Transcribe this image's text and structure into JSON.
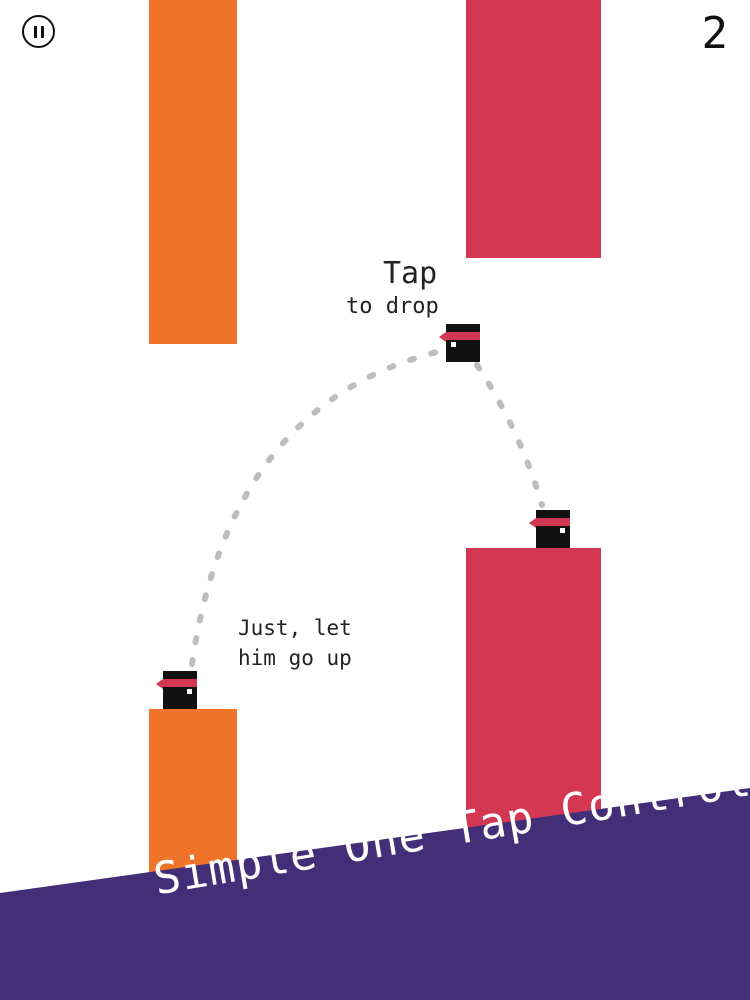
{
  "game": {
    "score": "2",
    "pause_icon": "pause-icon"
  },
  "hints": {
    "tap_title": "Tap",
    "tap_sub": "to drop",
    "go_up_line1": "Just, let",
    "go_up_line2": "him go up"
  },
  "banner": {
    "text": "Simple One Tap Control"
  },
  "colors": {
    "orange": "#F0732A",
    "crimson": "#D43752",
    "banner": "#432E78",
    "trajectory": "#BDBDBD",
    "ninja": "#111111",
    "headband": "#D43752"
  }
}
